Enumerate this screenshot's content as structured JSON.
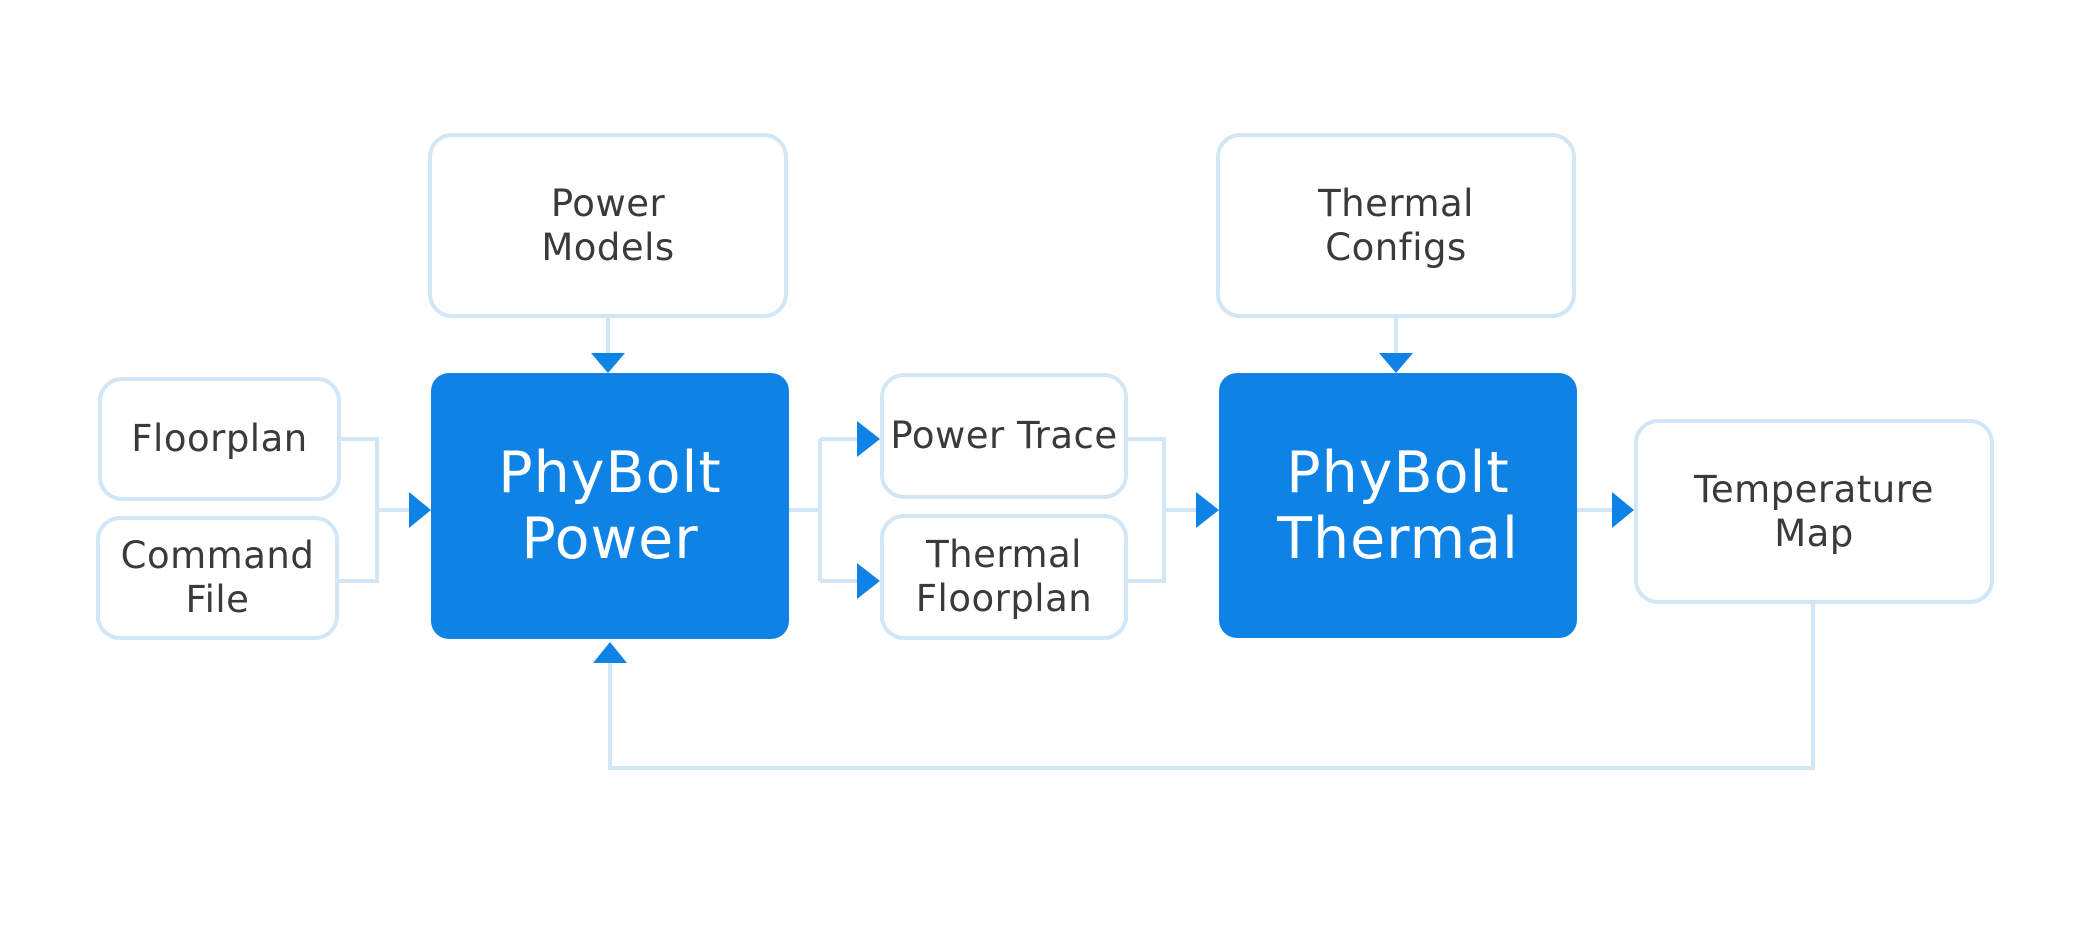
{
  "colors": {
    "accent": "#0f82e6",
    "connector": "#d3e6f6",
    "io_text": "#3a3a3a",
    "core_text": "#ffffff",
    "background": "#ffffff"
  },
  "nodes": {
    "power_models": {
      "line1": "Power",
      "line2": "Models"
    },
    "thermal_configs": {
      "line1": "Thermal",
      "line2": "Configs"
    },
    "floorplan": {
      "line1": "Floorplan"
    },
    "command_file": {
      "line1": "Command",
      "line2": "File"
    },
    "phybolt_power": {
      "line1": "PhyBolt",
      "line2": "Power"
    },
    "power_trace": {
      "line1": "Power Trace"
    },
    "thermal_floorplan": {
      "line1": "Thermal",
      "line2": "Floorplan"
    },
    "phybolt_thermal": {
      "line1": "PhyBolt",
      "line2": "Thermal"
    },
    "temperature_map": {
      "line1": "Temperature",
      "line2": "Map"
    }
  }
}
